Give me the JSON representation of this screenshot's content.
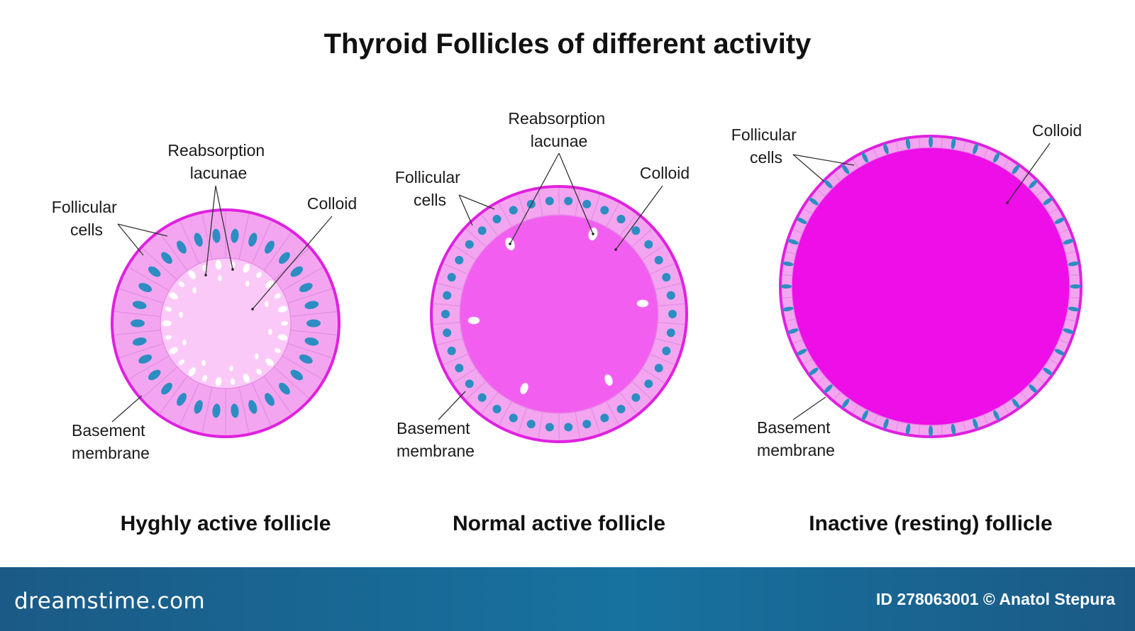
{
  "title": "Thyroid Follicles of different activity",
  "colors": {
    "membrane": "#e020e0",
    "cell_fill": "#f3a6ef",
    "cell_stroke": "#e78ee6",
    "nucleus": "#2b8dc2",
    "colloid_active": "#fbc9f8",
    "colloid_normal": "#f25ff0",
    "colloid_inactive": "#ee0ee8",
    "lacuna": "#ffffff",
    "footer": "#17729f"
  },
  "follicles": [
    {
      "id": "highly-active",
      "caption": "Hyghly active follicle",
      "labels": {
        "reabsorption": [
          "Reabsorption",
          "lacunae"
        ],
        "follicular": [
          "Follicular",
          "cells"
        ],
        "colloid": "Colloid",
        "basement": [
          "Basement",
          "membrane"
        ]
      }
    },
    {
      "id": "normal-active",
      "caption": "Normal active follicle",
      "labels": {
        "reabsorption": [
          "Reabsorption",
          "lacunae"
        ],
        "follicular": [
          "Follicular",
          "cells"
        ],
        "colloid": "Colloid",
        "basement": [
          "Basement",
          "membrane"
        ]
      }
    },
    {
      "id": "inactive",
      "caption": "Inactive (resting) follicle",
      "labels": {
        "follicular": [
          "Follicular",
          "cells"
        ],
        "colloid": "Colloid",
        "basement": [
          "Basement",
          "membrane"
        ]
      }
    }
  ],
  "footer": {
    "brand": "dreamstime.com",
    "credit": "ID 278063001 © Anatol Stepura"
  }
}
